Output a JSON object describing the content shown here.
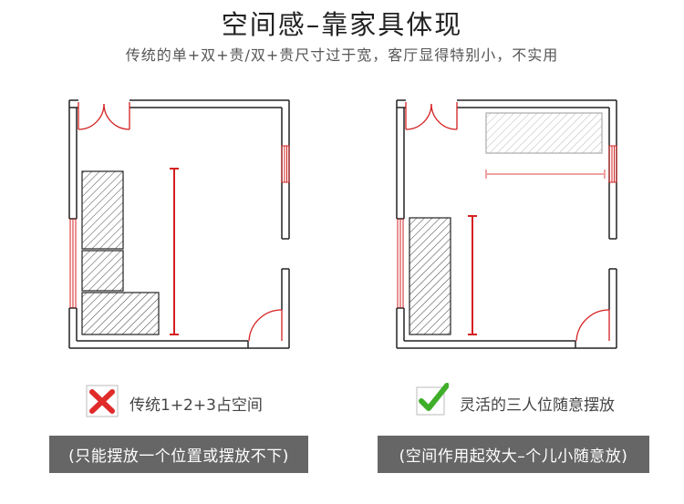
{
  "header": {
    "title": "空间感–靠家具体现",
    "subtitle": "传统的单+双+贵/双+贵尺寸过于宽，客厅显得特别小，不实用"
  },
  "left": {
    "caption": "传统1+2+3占空间",
    "note": "(只能摆放一个位置或摆放不下)",
    "mark": "cross-icon"
  },
  "right": {
    "caption": "灵活的三人位随意摆放",
    "note": "(空间作用起效大–个儿小随意放)",
    "mark": "check-icon"
  },
  "colors": {
    "wall": "#222222",
    "door": "#d42020",
    "hatch": "#444444",
    "cross": "#e02b2b",
    "check": "#3fae2a",
    "bar": "#666666"
  }
}
